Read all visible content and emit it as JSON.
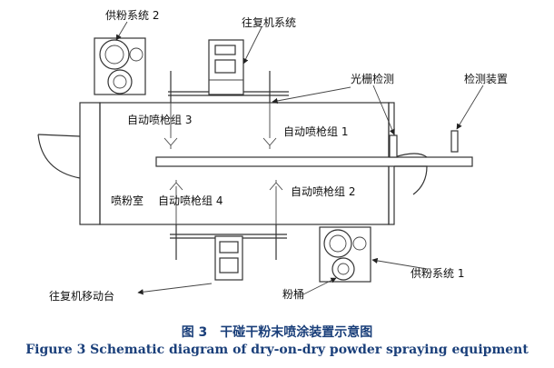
{
  "labels": {
    "powder_supply_2": "供粉系统 2",
    "reciprocator_system": "往复机系统",
    "grating_detection": "光栅检测",
    "detection_device": "检测装置",
    "gun_group_3": "自动喷枪组 3",
    "gun_group_1": "自动喷枪组 1",
    "gun_group_2": "自动喷枪组 2",
    "booth": "喷粉室",
    "gun_group_4": "自动喷枪组 4",
    "reciprocator_table": "往复机移动台",
    "powder_bucket": "粉桶",
    "powder_supply_1": "供粉系统 1"
  },
  "caption": {
    "cn": "图 3　干碰干粉末喷涂装置示意图",
    "en": "Figure 3    Schematic diagram of dry-on-dry powder spraying equipment"
  }
}
